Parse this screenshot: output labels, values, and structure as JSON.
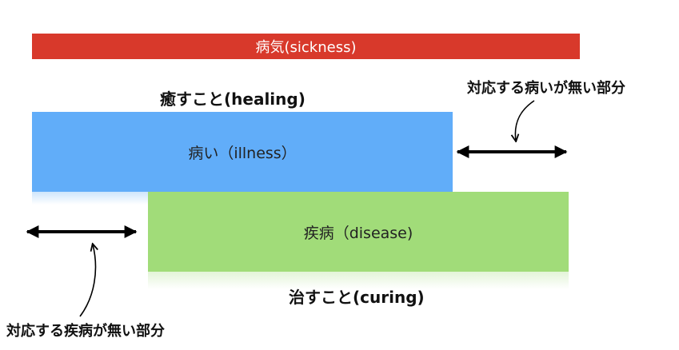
{
  "sickness_label": "病気(sickness)",
  "healing_label": "癒すこと(healing)",
  "illness_label": "病い（illness）",
  "disease_label": "疾病（disease)",
  "curing_label": "治すこと(curing)",
  "gap_illness_label": "対応する病いが無い部分",
  "gap_disease_label": "対応する疾病が無い部分",
  "colors": {
    "sickness": "#d8392b",
    "illness": "#61adf9",
    "disease": "#a1dc79",
    "arrow": "#000000"
  }
}
